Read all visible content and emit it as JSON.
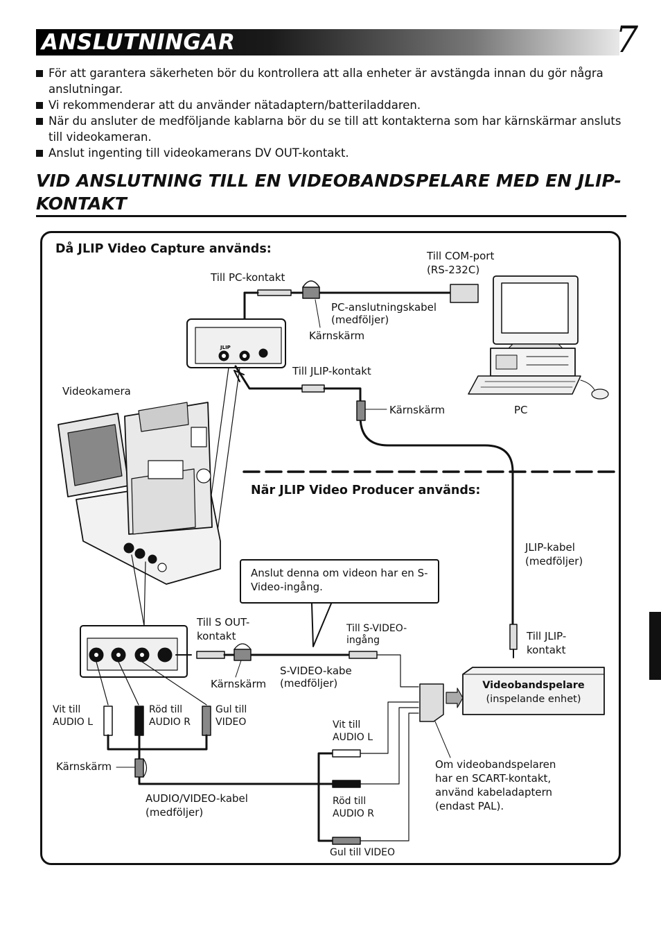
{
  "header": {
    "title": "ANSLUTNINGAR",
    "page_number": "7"
  },
  "bullets": [
    "För att garantera säkerheten bör du kontrollera att alla enheter är avstängda innan du gör några anslutningar.",
    "Vi rekommenderar att du använder nätadaptern/batteriladdaren.",
    "När du ansluter de medföljande kablarna bör du se till att kontakterna som har kärnskärmar ansluts till videokameran.",
    "Anslut ingenting till videokamerans DV OUT-kontakt."
  ],
  "section_title": "VID ANSLUTNING TILL EN VIDEOBANDSPELARE MED EN JLIP-KONTAKT",
  "diagram": {
    "heading_capture": "Då JLIP Video Capture används:",
    "heading_producer": "När JLIP Video Producer används:",
    "label_com_port_1": "Till COM-port",
    "label_com_port_2": "(RS-232C)",
    "label_pc_connector": "Till PC-kontakt",
    "label_pc_cable_1": "PC-anslutningskabel",
    "label_pc_cable_2": "(medföljer)",
    "label_core_1": "Kärnskärm",
    "label_jlip_connector": "Till JLIP-kontakt",
    "label_camcorder": "Videokamera",
    "label_core_2": "Kärnskärm",
    "label_pc": "PC",
    "label_jlip_panel": "JLIP",
    "label_jlip_cable_1": "JLIP-kabel",
    "label_jlip_cable_2": "(medföljer)",
    "note_svideo": "Anslut denna om videon har en S-Video-ingång.",
    "label_sout_1": "Till S OUT-",
    "label_sout_2": "kontakt",
    "label_svideo_in_1": "Till S-VIDEO-",
    "label_svideo_in_2": "ingång",
    "label_jlip_vcr_1": "Till JLIP-",
    "label_jlip_vcr_2": "kontakt",
    "label_core_3": "Kärnskärm",
    "label_svideo_cable_1": "S-VIDEO-kabe",
    "label_svideo_cable_2": "(medföljer)",
    "vcr_title": "Videobandspelare",
    "vcr_sub": "(inspelande enhet)",
    "label_white_l_1": "Vit till",
    "label_white_l_2": "AUDIO L",
    "label_red_r_1": "Röd till",
    "label_red_r_2": "AUDIO R",
    "label_yellow_v_1": "Gul till",
    "label_yellow_v_2": "VIDEO",
    "label_white_l2_1": "Vit till",
    "label_white_l2_2": "AUDIO L",
    "label_core_4": "Kärnskärm",
    "label_av_cable_1": "AUDIO/VIDEO-kabel",
    "label_av_cable_2": "(medföljer)",
    "label_red_r2_1": "Röd till",
    "label_red_r2_2": "AUDIO R",
    "label_yellow_v2": "Gul till VIDEO",
    "scart_note_1": "Om videobandspelaren",
    "scart_note_2": "har en SCART-kontakt,",
    "scart_note_3": "använd kabeladaptern",
    "scart_note_4": "(endast PAL)."
  }
}
